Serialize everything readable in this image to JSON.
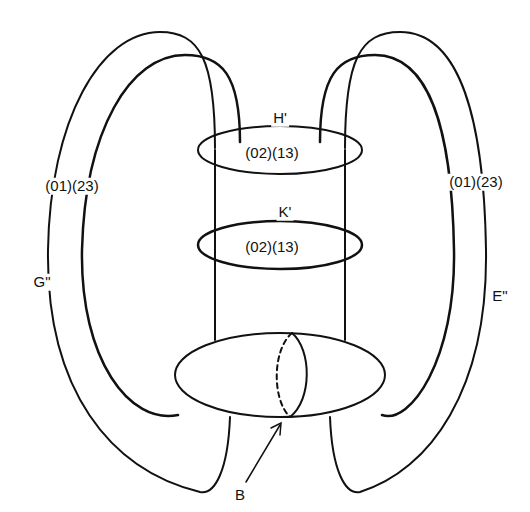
{
  "diagram": {
    "labels": [
      "H'",
      "(02)(13)",
      "K'",
      "(02)(13)",
      "(01)(23)",
      "(01)(23)",
      "G\"",
      "E\"",
      "B"
    ]
  }
}
